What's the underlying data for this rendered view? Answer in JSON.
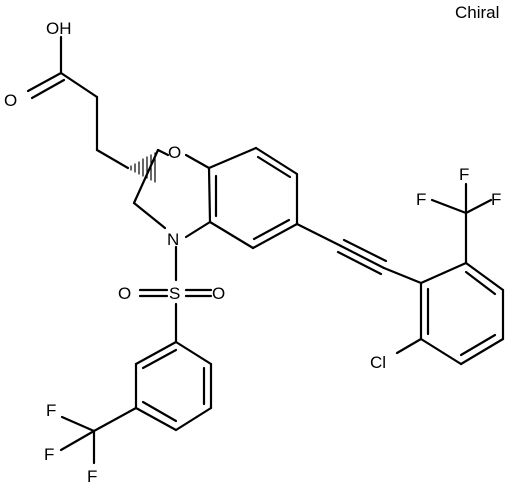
{
  "label": "Chiral",
  "atoms": {
    "oh": "OH",
    "carbonyl_o": "O",
    "ring_o": "O",
    "n": "N",
    "s": "S",
    "so_left": "O",
    "so_right": "O",
    "cl": "Cl",
    "f_cf3_top_1": "F",
    "f_cf3_top_2": "F",
    "f_cf3_top_3": "F",
    "f_cf3_bottom_1": "F",
    "f_cf3_bottom_2": "F",
    "f_cf3_bottom_3": "F"
  }
}
